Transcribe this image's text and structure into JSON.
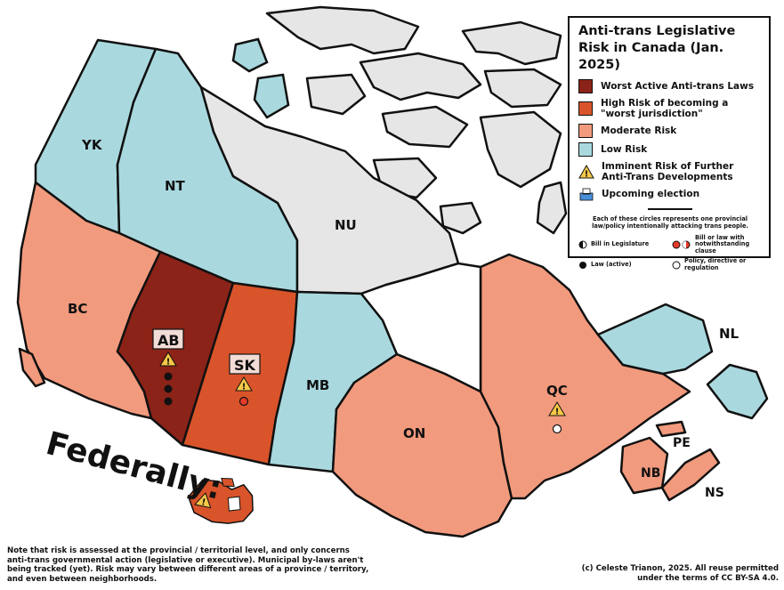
{
  "legend": {
    "title": "Anti-trans Legislative Risk in Canada (Jan. 2025)",
    "items": [
      {
        "label": "Worst Active Anti-trans Laws",
        "color": "#8b2318"
      },
      {
        "label": "High Risk of becoming a \"worst jurisdiction\"",
        "color": "#d9542a"
      },
      {
        "label": "Moderate Risk",
        "color": "#f29a7d"
      },
      {
        "label": "Low Risk",
        "color": "#a9d9df"
      }
    ],
    "imminent_label": "Imminent Risk of Further Anti-Trans Developments",
    "election_label": "Upcoming election",
    "circle_note": "Each of these circles represents one provincial law/policy intentionally attacking trans people.",
    "circles": {
      "bill": "Bill in Legislature",
      "notwithstanding": "Bill or law with notwithstanding clause",
      "law": "Law (active)",
      "policy": "Policy, directive or regulation"
    }
  },
  "colors": {
    "worst": "#8b2318",
    "high": "#d9542a",
    "moderate": "#f29a7d",
    "low": "#a9d9df",
    "none": "#e6e6e6",
    "warning": "#f7c948"
  },
  "regions": {
    "yk": "YK",
    "nt": "NT",
    "nu": "NU",
    "bc": "BC",
    "ab": "AB",
    "sk": "SK",
    "mb": "MB",
    "on": "ON",
    "qc": "QC",
    "nl": "NL",
    "pe": "PE",
    "nb": "NB",
    "ns": "NS"
  },
  "federally_label": "Federally:",
  "note": "Note that risk is assessed at the provincial / territorial level, and only concerns anti-trans governmental action (legislative or executive). Municipal by-laws aren't being tracked (yet). Risk may vary between different areas of a province / territory, and even between neighborhoods.",
  "credit": "(c) Celeste Trianon, 2025. All reuse permitted under the terms of CC BY-SA 4.0."
}
